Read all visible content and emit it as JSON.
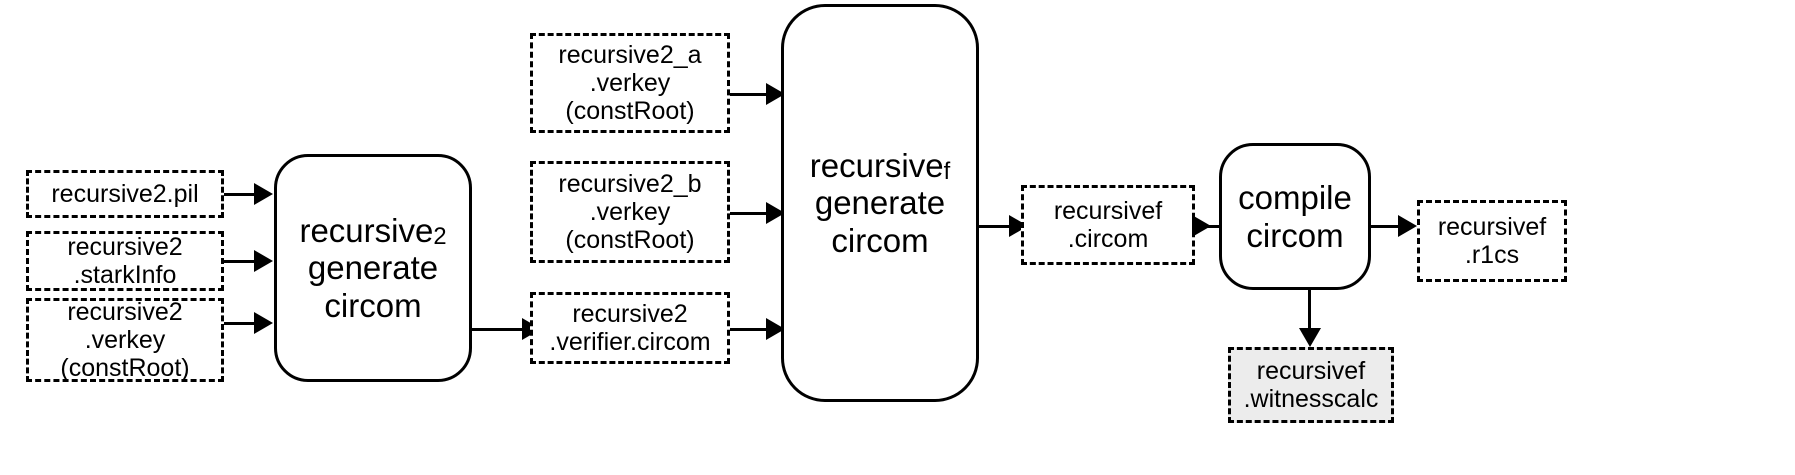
{
  "diagram": {
    "title": "recursive2 / recursivef circom generation pipeline",
    "background_color": "#ffffff",
    "line_color": "#000000",
    "shaded_fill": "#ececec"
  },
  "nodes": {
    "recursive2_pil": {
      "label": "recursive2.pil",
      "shape": "dashed-rect"
    },
    "recursive2_starkinfo": {
      "label": "recursive2\n.starkInfo",
      "shape": "dashed-rect"
    },
    "recursive2_verkey": {
      "label": "recursive2\n.verkey\n(constRoot)",
      "shape": "dashed-rect"
    },
    "recursive2_generate": {
      "label_pre": "recursive",
      "label_sub": "2",
      "label_post": "\ngenerate\ncircom",
      "shape": "rounded-rect"
    },
    "recursive2_a_verkey": {
      "label": "recursive2_a\n.verkey\n(constRoot)",
      "shape": "dashed-rect"
    },
    "recursive2_b_verkey": {
      "label": "recursive2_b\n.verkey\n(constRoot)",
      "shape": "dashed-rect"
    },
    "recursive2_verifier": {
      "label": "recursive2\n.verifier.circom",
      "shape": "dashed-rect"
    },
    "recursivef_generate": {
      "label_pre": "recursive",
      "label_sub": "f",
      "label_post": "\ngenerate\ncircom",
      "shape": "rounded-rect"
    },
    "recursivef_circom": {
      "label": "recursivef\n.circom",
      "shape": "dashed-rect"
    },
    "compile_circom": {
      "label": "compile\ncircom",
      "shape": "rounded-rect"
    },
    "recursivef_r1cs": {
      "label": "recursivef\n.r1cs",
      "shape": "dashed-rect"
    },
    "recursivef_witnesscalc": {
      "label": "recursivef\n.witnesscalc",
      "shape": "dashed-rect-shaded"
    }
  },
  "edges": [
    {
      "from": "recursive2_pil",
      "to": "recursive2_generate"
    },
    {
      "from": "recursive2_starkinfo",
      "to": "recursive2_generate"
    },
    {
      "from": "recursive2_verkey",
      "to": "recursive2_generate"
    },
    {
      "from": "recursive2_generate",
      "to": "recursive2_verifier"
    },
    {
      "from": "recursive2_a_verkey",
      "to": "recursivef_generate"
    },
    {
      "from": "recursive2_b_verkey",
      "to": "recursivef_generate"
    },
    {
      "from": "recursive2_verifier",
      "to": "recursivef_generate"
    },
    {
      "from": "recursivef_generate",
      "to": "recursivef_circom"
    },
    {
      "from": "recursivef_circom",
      "to": "compile_circom"
    },
    {
      "from": "compile_circom",
      "to": "recursivef_r1cs"
    },
    {
      "from": "compile_circom",
      "to": "recursivef_witnesscalc"
    }
  ]
}
